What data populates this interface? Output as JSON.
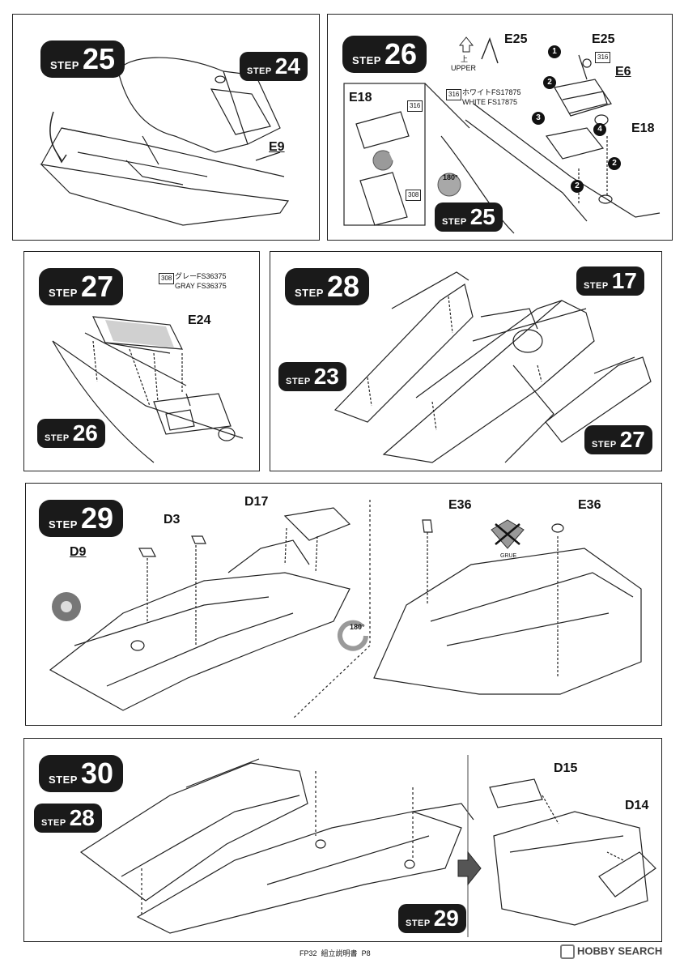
{
  "step_word": "STEP",
  "steps": {
    "s25": {
      "number": "25",
      "ref": "24",
      "parts": [
        "E9"
      ]
    },
    "s26": {
      "number": "26",
      "ref": "25",
      "parts": [
        "E25",
        "E25",
        "E6",
        "E18",
        "E18"
      ],
      "upper_jp": "上",
      "upper_en": "UPPER",
      "paint_code": "316",
      "paint_jp": "ホワイトFS17875",
      "paint_en": "WHITE FS17875",
      "codes": [
        "316",
        "316",
        "308"
      ],
      "rotate": "180°",
      "callouts": [
        "1",
        "2",
        "3",
        "4",
        "2",
        "2"
      ]
    },
    "s27": {
      "number": "27",
      "ref": "26",
      "parts": [
        "E24"
      ],
      "paint_code": "308",
      "paint_jp": "グレーFS36375",
      "paint_en": "GRAY FS36375"
    },
    "s28": {
      "number": "28",
      "refs": [
        "17",
        "23",
        "27"
      ]
    },
    "s29": {
      "number": "29",
      "parts": [
        "D3",
        "D17",
        "D9",
        "E36",
        "E36"
      ],
      "rotate": "180°",
      "glue_label": "GRUE"
    },
    "s30": {
      "number": "30",
      "refs": [
        "28",
        "29"
      ],
      "parts": [
        "D15",
        "D14"
      ]
    }
  },
  "footer": {
    "code": "FP32",
    "title": "組立説明書",
    "page": "P8"
  },
  "watermark": "HOBBY SEARCH",
  "colors": {
    "badge": "#1a1a1a",
    "line": "#222222",
    "gray": "#9a9a9a"
  }
}
